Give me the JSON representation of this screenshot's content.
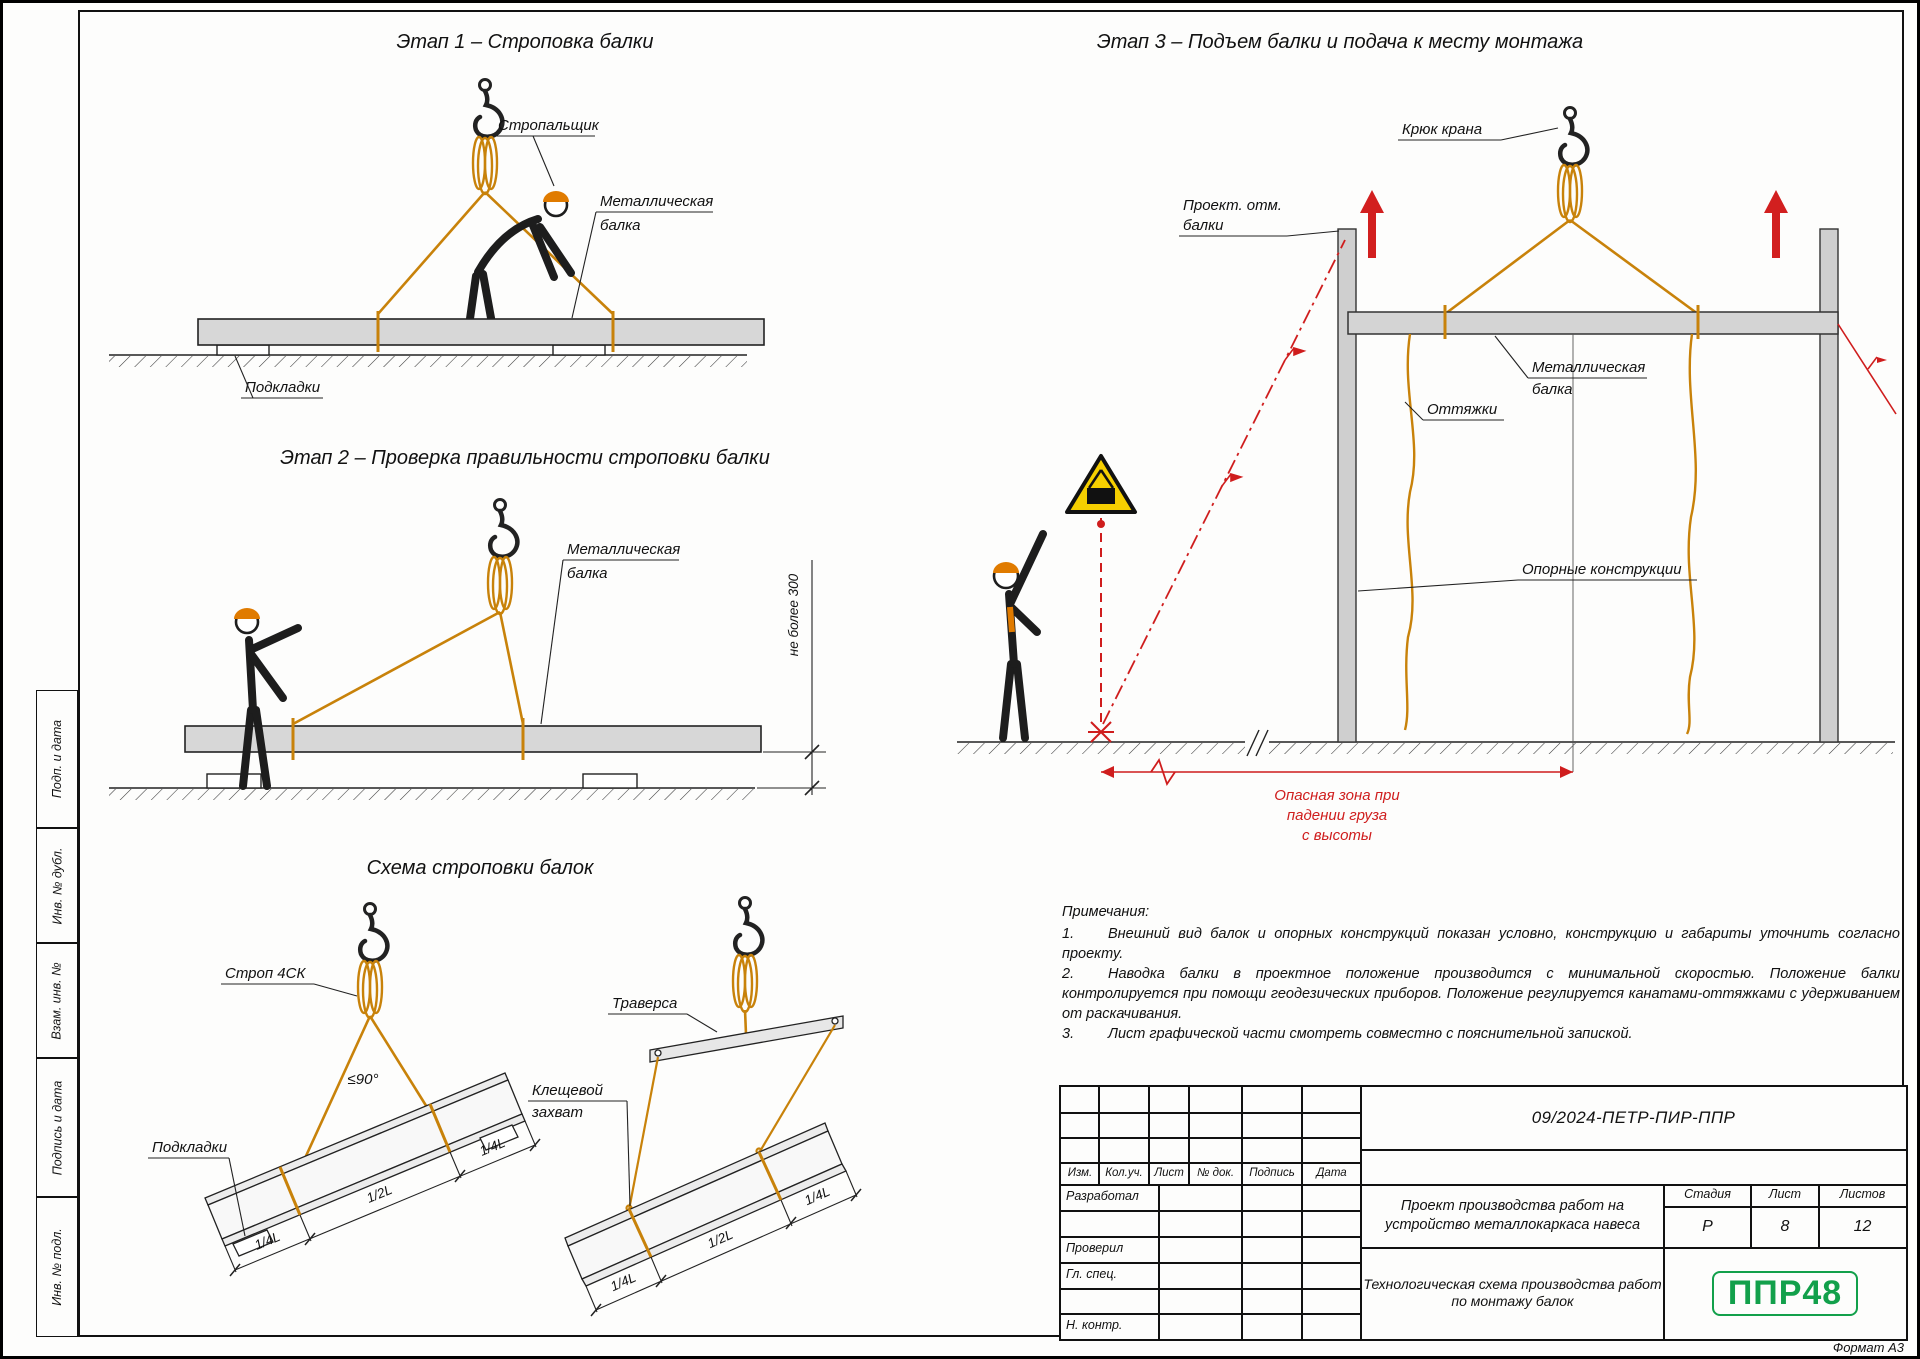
{
  "page": {
    "format": "Формат А3"
  },
  "sidebar": {
    "labels": [
      "Подп. и дата",
      "Инв. № дубл.",
      "Взам. инв. №",
      "Подпись и дата",
      "Инв. № подл."
    ]
  },
  "stage1": {
    "title": "Этап 1 – Строповка балки",
    "labels": {
      "rigger": "Стропальщик",
      "beam1": "Металлическая",
      "beam2": "балка",
      "pads": "Подкладки"
    }
  },
  "stage2": {
    "title": "Этап 2 – Проверка правильности строповки балки",
    "labels": {
      "beam1": "Металлическая",
      "beam2": "балка",
      "dim": "не более 300"
    }
  },
  "scheme": {
    "title": "Схема строповки балок",
    "labels": {
      "sling": "Строп 4СК",
      "angle": "≤90°",
      "pads": "Подкладки",
      "traverse": "Траверса",
      "clamp1": "Клещевой",
      "clamp2": "захват",
      "d14": "1/4L",
      "d12": "1/2L"
    }
  },
  "stage3": {
    "title": "Этап 3 – Подъем балки и подача к месту монтажа",
    "labels": {
      "hook": "Крюк крана",
      "elev1": "Проект. отм.",
      "elev2": "балки",
      "beam1": "Металлическая",
      "beam2": "балка",
      "ropes": "Оттяжки",
      "supports": "Опорные конструкции",
      "danger1": "Опасная зона при",
      "danger2": "падении груза",
      "danger3": "с высоты"
    }
  },
  "notes": {
    "heading": "Примечания:",
    "items": [
      {
        "num": "1.",
        "text": "Внешний вид балок и опорных конструкций показан условно, конструкцию и габариты уточнить согласно проекту."
      },
      {
        "num": "2.",
        "text": "Наводка балки в проектное положение производится с минимальной скоростью. Положение балки контролируется при помощи геодезических приборов. Положение регулируется канатами-оттяжками с удерживанием от раскачивания."
      },
      {
        "num": "3.",
        "text": "Лист графической части смотреть совместно с пояснительной запиской."
      }
    ]
  },
  "titleblock": {
    "doc_number": "09/2024-ПЕТР-ПИР-ППР",
    "cols": {
      "izm": "Изм.",
      "kol": "Кол.уч.",
      "list": "Лист",
      "doc": "№ док.",
      "sign": "Подпись",
      "date": "Дата"
    },
    "roles": {
      "dev": "Разработал",
      "check": "Проверил",
      "spec": "Гл. спец.",
      "norm": "Н. контр."
    },
    "project_title": "Проект производства работ на устройство металлокаркаса навеса",
    "stage_label": "Стадия",
    "sheet_label": "Лист",
    "sheets_label": "Листов",
    "stage": "Р",
    "sheet": "8",
    "sheets": "12",
    "sheet_title": "Технологическая схема производства работ по монтажу балок",
    "logo": "ППР48"
  }
}
